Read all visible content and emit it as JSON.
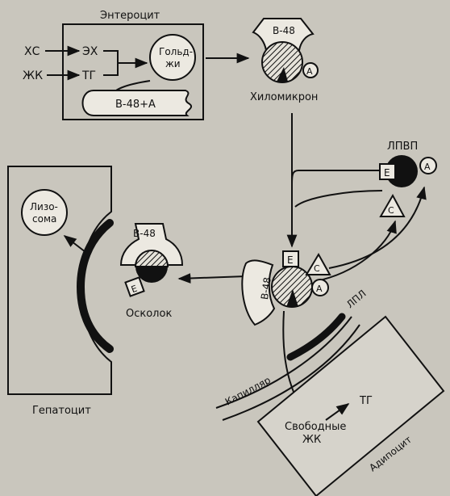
{
  "labels": {
    "enterocyte": "Энтероцит",
    "xc": "ХС",
    "ec": "ЭХ",
    "zhk": "ЖК",
    "tg_entero": "ТГ",
    "golgi_1": "Гольд-",
    "golgi_2": "жи",
    "b48a": "В-48+А",
    "b48_chylo": "В-48",
    "a_chylo": "А",
    "chylomicron": "Хиломикрон",
    "lpvp": "ЛПВП",
    "e_hdl": "Е",
    "a_hdl": "А",
    "c_hdl": "С",
    "lysosome_1": "Лизо-",
    "lysosome_2": "сома",
    "b48_remnant": "В-48",
    "e_remnant": "Е",
    "remnant": "Осколок",
    "hepatocyte": "Гепатоцит",
    "e_main": "Е",
    "c_main": "С",
    "b48_main": "В-48",
    "a_main": "А",
    "lpl": "ЛПЛ",
    "capillary": "Капилляр",
    "tg_adipo": "ТГ",
    "free_1": "Свободные",
    "free_2": "ЖК",
    "adipocyte": "Адипоцит"
  },
  "colors": {
    "background": "#c9c6bd",
    "ink": "#111111"
  }
}
